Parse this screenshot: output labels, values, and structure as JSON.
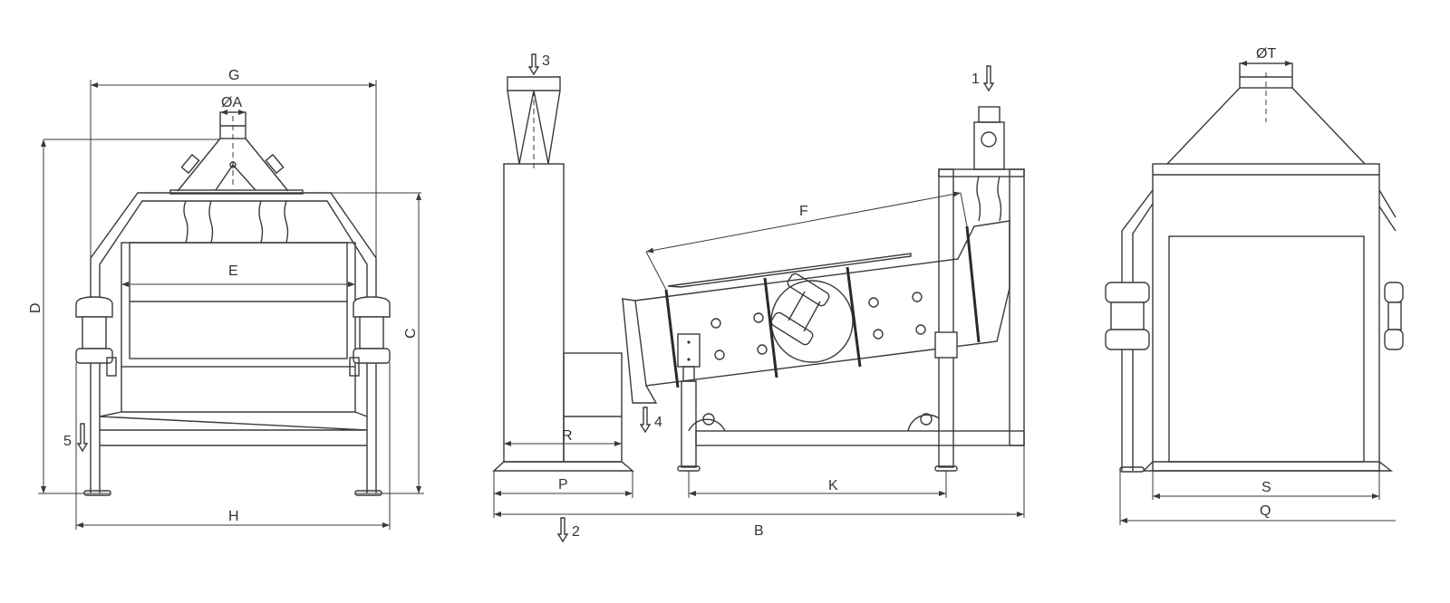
{
  "title": "Vibrating screen dimensional drawing",
  "front_view": {
    "dims": {
      "G": "G",
      "A": "ØA",
      "E": "E",
      "D": "D",
      "C": "C",
      "H": "H"
    },
    "flow": {
      "outlet5": "5"
    }
  },
  "side_view": {
    "dims": {
      "F": "F",
      "R": "R",
      "P": "P",
      "K": "K",
      "B": "B"
    },
    "flow": {
      "inlet1": "1",
      "outlet2": "2",
      "outlet3": "3",
      "outlet4": "4"
    }
  },
  "rear_view": {
    "dims": {
      "T": "ØT",
      "S": "S",
      "Q": "Q"
    }
  },
  "colors": {
    "line": "#3a3a3a",
    "background": "#ffffff"
  }
}
